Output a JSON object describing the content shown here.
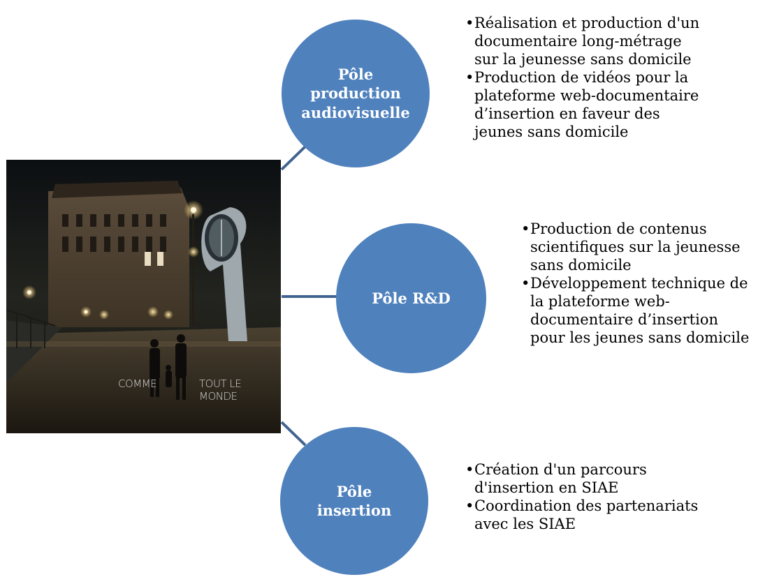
{
  "image": {
    "caption_left": "COMME",
    "caption_right": "TOUT LE MONDE"
  },
  "colors": {
    "circle_fill": "#4f81bd",
    "connector": "#41638f",
    "text": "#000000",
    "circle_text": "#ffffff"
  },
  "poles": [
    {
      "title": "Pôle\nproduction\naudiovisuelle",
      "bullets": [
        "Réalisation et production d'un\ndocumentaire long-métrage\nsur la jeunesse sans domicile",
        "Production de  vidéos pour la\nplateforme web-documentaire\nd’insertion en faveur des\njeunes sans domicile"
      ]
    },
    {
      "title": "Pôle R&D",
      "bullets": [
        "Production de contenus\nscientifiques sur la jeunesse\nsans domicile",
        "Développement technique de\nla plateforme web-\ndocumentaire d’insertion\npour les jeunes sans domicile"
      ]
    },
    {
      "title": "Pôle\ninsertion",
      "bullets": [
        "Création d'un parcours\nd'insertion en SIAE",
        "Coordination des partenariats\navec les SIAE"
      ]
    }
  ]
}
